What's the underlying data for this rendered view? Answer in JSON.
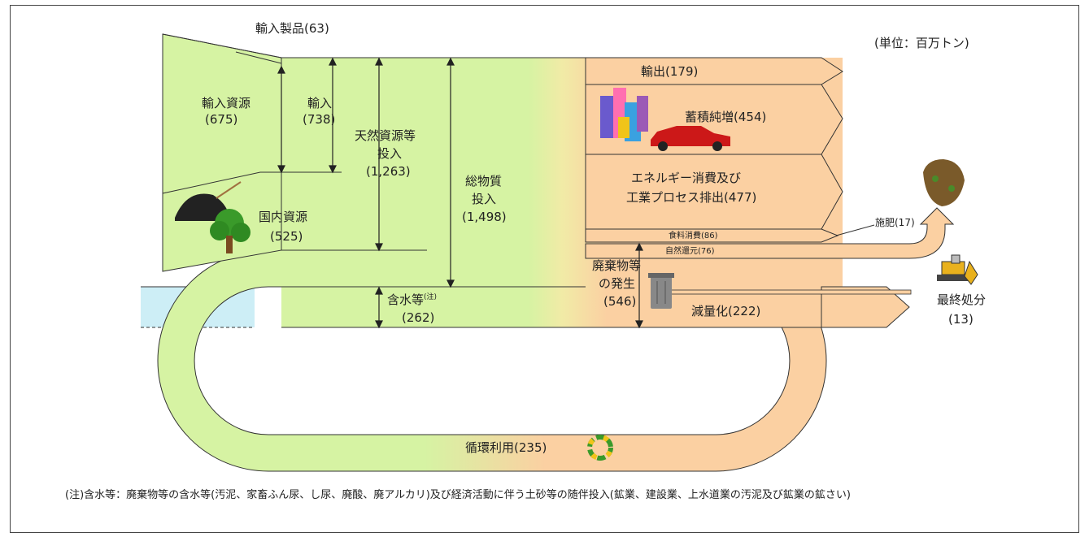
{
  "unit_label": "(単位：百万トン)",
  "colors": {
    "green": "#d6f3a3",
    "orange": "#fbd0a2",
    "blue": "#cdeef6",
    "line": "#333333"
  },
  "labels": {
    "import_products": "輸入製品(63)",
    "import_resources_name": "輸入資源",
    "import_resources_value": "(675)",
    "import_name": "輸入",
    "import_value": "(738)",
    "natural_name_1": "天然資源等",
    "natural_name_2": "投入",
    "natural_value": "(1,263)",
    "total_name_1": "総物質",
    "total_name_2": "投入",
    "total_value": "(1,498)",
    "domestic_name": "国内資源",
    "domestic_value": "(525)",
    "water_name": "含水等",
    "water_note_mark": "(注)",
    "water_value": "(262)",
    "export": "輸出(179)",
    "accumulation": "蓄積純増(454)",
    "energy_1": "エネルギー消費及び",
    "energy_2": "工業プロセス排出(477)",
    "food": "食料消費(86)",
    "natural_return": "自然還元(76)",
    "fertilizer": "施肥(17)",
    "waste_1": "廃棄物等",
    "waste_2": "の発生",
    "waste_value": "(546)",
    "reduction": "減量化(222)",
    "final_disposal_name": "最終処分",
    "final_disposal_value": "(13)",
    "recycling": "循環利用(235)"
  },
  "footnote": "(注)含水等：廃棄物等の含水等(汚泥、家畜ふん尿、し尿、廃酸、廃アルカリ)及び経済活動に伴う土砂等の随伴投入(鉱業、建設業、上水道業の汚泥及び鉱業の鉱さい)",
  "icons": [
    "buildings-icon",
    "car-icon",
    "tree-icon",
    "coal-icon",
    "trash-can-icon",
    "bulldozer-icon",
    "soil-icon",
    "recycle-icon"
  ]
}
